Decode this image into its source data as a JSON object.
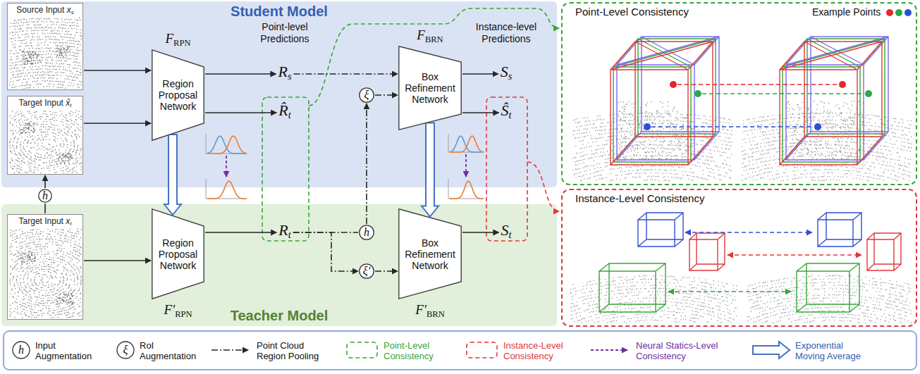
{
  "diagram": {
    "nodes": [
      {
        "text": [
          "Student Model"
        ]
      },
      {
        "text": [
          "Source Input xs"
        ],
        "in": 0
      },
      {
        "text": [
          "Target Input x̂t"
        ],
        "in": 0
      },
      {
        "text": [
          "FRPN",
          "Region Proposal Network"
        ],
        "in": 0
      },
      {
        "text": [
          "Rs"
        ],
        "in": 0
      },
      {
        "text": [
          "R̂t"
        ],
        "in": 0
      },
      {
        "text": [
          "ξ"
        ],
        "in": 0
      },
      {
        "text": [
          "FBRN",
          "Box Refinement Network"
        ],
        "in": 0
      },
      {
        "text": [
          "Ss"
        ],
        "in": 0
      },
      {
        "text": [
          "Ŝt"
        ],
        "in": 0
      },
      {
        "text": [
          "h"
        ]
      },
      {
        "text": [
          "Teacher Model"
        ]
      },
      {
        "text": [
          "Target Input xt"
        ],
        "in": 11
      },
      {
        "text": [
          "F'RPN",
          "Region Proposal Network"
        ],
        "in": 11
      },
      {
        "text": [
          "Rt"
        ],
        "in": 11
      },
      {
        "text": [
          "h"
        ],
        "in": 11
      },
      {
        "text": [
          "ξ'"
        ],
        "in": 11
      },
      {
        "text": [
          "F'BRN",
          "Box Refinement Network"
        ],
        "in": 11
      },
      {
        "text": [
          "St"
        ],
        "in": 11
      },
      {
        "text": [
          "Point-Level Consistency"
        ]
      },
      {
        "text": [
          "Instance-Level Consistency"
        ]
      }
    ],
    "edges": [
      {
        "from": 1,
        "to": 3,
        "arrow": "to"
      },
      {
        "from": 2,
        "to": 3,
        "arrow": "to"
      },
      {
        "from": 3,
        "to": 4,
        "arrow": "to"
      },
      {
        "from": 3,
        "to": 5,
        "arrow": "to"
      },
      {
        "from": 4,
        "to": 7,
        "arrow": "to"
      },
      {
        "from": 6,
        "to": 7,
        "arrow": "to"
      },
      {
        "from": 7,
        "to": 8,
        "arrow": "to"
      },
      {
        "from": 7,
        "to": 9,
        "arrow": "to"
      },
      {
        "from": 12,
        "to": 10,
        "arrow": "none"
      },
      {
        "from": 10,
        "to": 2,
        "arrow": "to"
      },
      {
        "from": 12,
        "to": 13,
        "arrow": "to"
      },
      {
        "from": 13,
        "to": 14,
        "arrow": "to"
      },
      {
        "from": 14,
        "to": 15,
        "arrow": "none"
      },
      {
        "from": 15,
        "to": 6,
        "arrow": "to"
      },
      {
        "from": 14,
        "to": 16,
        "arrow": "to"
      },
      {
        "from": 16,
        "to": 17,
        "arrow": "to"
      },
      {
        "from": 17,
        "to": 18,
        "arrow": "to"
      },
      {
        "from": 3,
        "to": 13,
        "arrow": "to"
      },
      {
        "from": 7,
        "to": 17,
        "arrow": "to"
      }
    ],
    "labels": [
      "Point-level Predictions",
      "Instance-level Predictions",
      "Example Points",
      "h",
      "ξ"
    ],
    "legend": [
      {
        "text": "Input Augmentation"
      },
      {
        "text": "RoI Augmentation"
      },
      {
        "text": "Point Cloud Region Pooling"
      },
      {
        "text": "Point-Level Consistency"
      },
      {
        "text": "Instance-Level Consistency"
      },
      {
        "text": "Neural Statics-Level Consistency"
      },
      {
        "text": "Exponential Moving Average"
      }
    ]
  }
}
